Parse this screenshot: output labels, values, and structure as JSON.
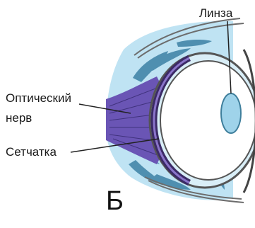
{
  "labels": {
    "lens": "Линза",
    "optic_nerve_line1": "Оптический",
    "optic_nerve_line2": "нерв",
    "retina": "Сетчатка",
    "panel_letter": "Б"
  },
  "colors": {
    "orbit_fill": "#bfe3f3",
    "muscle_fill": "#4f8fb0",
    "nerve_fill": "#6a55b5",
    "lens_fill": "#9fd3ea",
    "sclera_stroke": "#555555",
    "retina_band": "#3b2a66"
  }
}
